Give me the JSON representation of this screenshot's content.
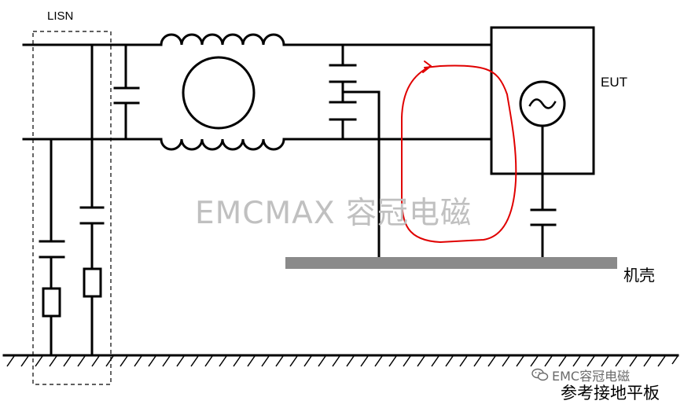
{
  "labels": {
    "lisn": "LISN",
    "eut": "EUT",
    "chassis": "机壳",
    "ground_plane": "参考接地平板"
  },
  "watermark": "EMCMAX 容冠电磁",
  "source_tag": "EMC容冠电磁",
  "icons": {
    "ac_source": "ac-source-icon",
    "source_tag": "wechat-icon"
  },
  "colors": {
    "wire": "#000000",
    "loop": "#e00000",
    "chassis_bar": "#8a8a8a",
    "watermark": "#c0c0c0"
  }
}
